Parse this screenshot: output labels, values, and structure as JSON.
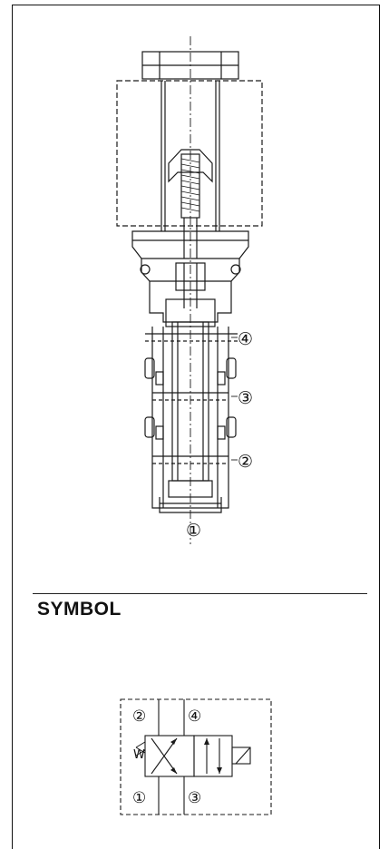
{
  "drawing": {
    "port_labels": {
      "port_4": "④",
      "port_3": "③",
      "port_2": "②",
      "port_1": "①"
    }
  },
  "symbol_section": {
    "heading": "SYMBOL",
    "ports": {
      "top_left": "②",
      "top_right": "④",
      "bottom_left": "①",
      "bottom_right": "③"
    },
    "spring_label": "W"
  }
}
